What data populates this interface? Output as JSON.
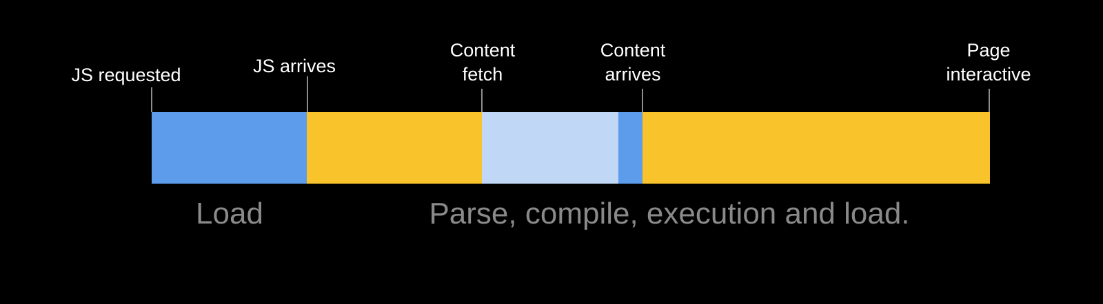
{
  "palette": {
    "background": "#000000",
    "milestone_text": "#FFFFFF",
    "phase_text": "#8A8A8A",
    "tick": "#8E8E8E",
    "blue": "#5C9CEB",
    "yellow": "#F9C32B",
    "light_blue": "#C1D7F6"
  },
  "milestones": [
    {
      "line1": "JS requested"
    },
    {
      "line1": "JS arrives"
    },
    {
      "line1": "Content",
      "line2": "fetch"
    },
    {
      "line1": "Content",
      "line2": "arrives"
    },
    {
      "line1": "Page",
      "line2": "interactive"
    }
  ],
  "segments": [
    {
      "name": "load-js-download",
      "color": "#5C9CEB"
    },
    {
      "name": "parse-compile",
      "color": "#F9C32B"
    },
    {
      "name": "content-fetch",
      "color": "#C1D7F6"
    },
    {
      "name": "content-arrives",
      "color": "#5C9CEB"
    },
    {
      "name": "execution-and-load",
      "color": "#F9C32B"
    }
  ],
  "phases": [
    {
      "label": "Load"
    },
    {
      "label": "Parse, compile, execution and load."
    }
  ]
}
